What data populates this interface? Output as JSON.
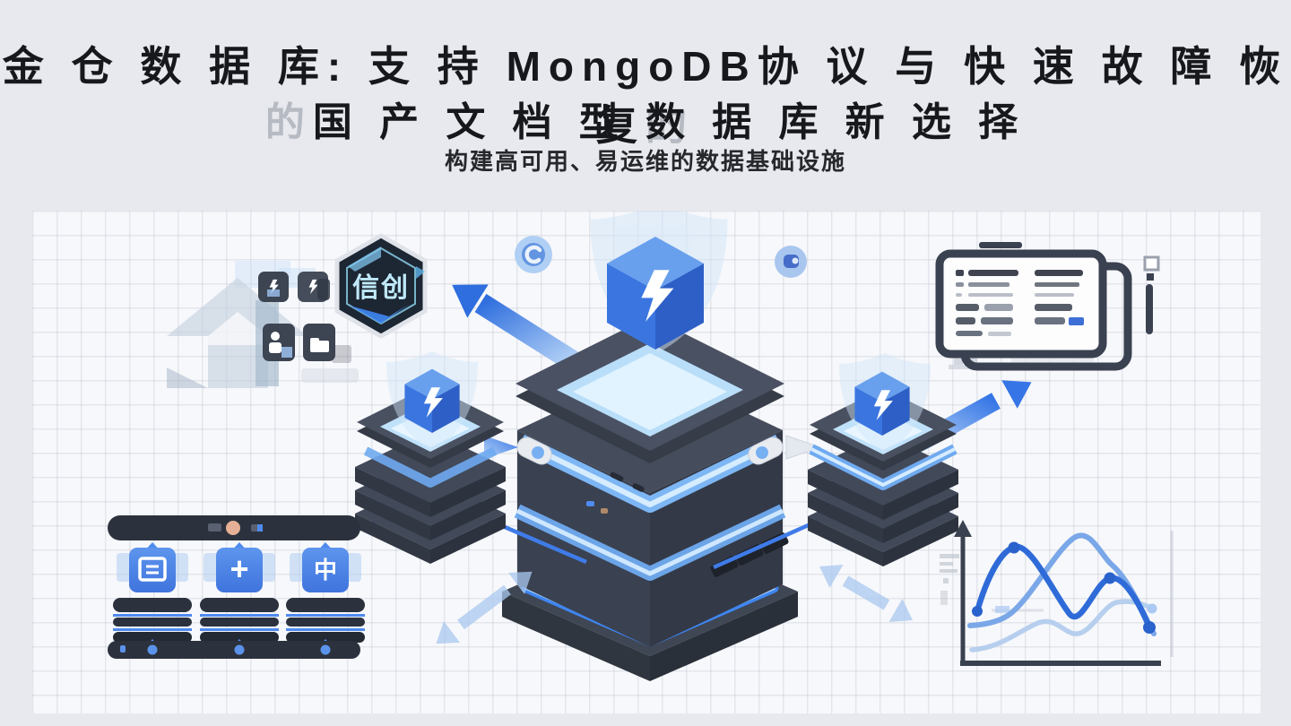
{
  "header": {
    "title_line1": "金 仓 数 据 库: 支 持 MongoDB协 议 与 快 速 故 障 恢 复",
    "title_line1_ghost": "的",
    "title_line2_ghost": "的",
    "title_line2": "国 产 文 档 型 数 据 库 新 选 择",
    "subtitle": "构建高可用、易运维的数据基础设施"
  },
  "illustration": {
    "badge_label": "信创",
    "node_glyphs": [
      "lines-icon",
      "+",
      "中"
    ],
    "colors": {
      "accent_blue": "#2f6fe0",
      "glow_blue": "#7db6f4",
      "dark_slate": "#3a4150",
      "badge_text": "#bfe9f9"
    }
  },
  "chart_data": {
    "type": "line",
    "title": "",
    "xlabel": "",
    "ylabel": "",
    "x": [
      0,
      1,
      2,
      3,
      4
    ],
    "series": [
      {
        "name": "dark-blue",
        "values": [
          25,
          80,
          22,
          62,
          18
        ]
      },
      {
        "name": "medium-blue",
        "values": [
          8,
          10,
          85,
          55,
          6
        ]
      },
      {
        "name": "light-blue",
        "values": [
          5,
          20,
          12,
          32,
          30
        ]
      }
    ],
    "ylim": [
      0,
      100
    ],
    "grid": true,
    "legend": "none",
    "notes": "decorative chart, no tick labels visible"
  }
}
